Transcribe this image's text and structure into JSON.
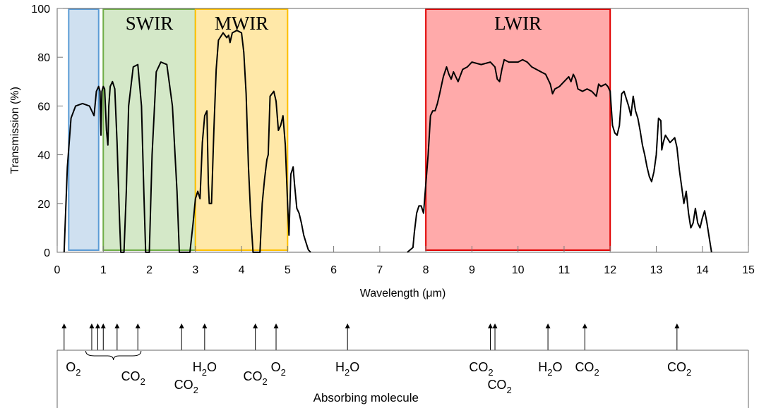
{
  "chart_data": {
    "type": "line",
    "xlabel": "Wavelength (μm)",
    "ylabel": "Transmission (%)",
    "xlim": [
      0,
      15
    ],
    "ylim": [
      0,
      100
    ],
    "x_ticks": [
      "0",
      "1",
      "2",
      "3",
      "4",
      "5",
      "6",
      "7",
      "8",
      "9",
      "10",
      "11",
      "12",
      "13",
      "14",
      "15"
    ],
    "y_ticks": [
      "0",
      "20",
      "40",
      "60",
      "80",
      "100"
    ],
    "grid": false,
    "series": [
      {
        "color": "#000000",
        "points": [
          [
            0.15,
            0
          ],
          [
            0.22,
            35
          ],
          [
            0.3,
            55
          ],
          [
            0.4,
            60
          ],
          [
            0.55,
            61
          ],
          [
            0.7,
            60
          ],
          [
            0.8,
            56
          ],
          [
            0.85,
            66
          ],
          [
            0.9,
            68
          ],
          [
            0.93,
            66
          ],
          [
            0.95,
            48
          ],
          [
            0.97,
            66
          ],
          [
            1.0,
            68
          ],
          [
            1.03,
            67
          ],
          [
            1.07,
            50
          ],
          [
            1.1,
            44
          ],
          [
            1.12,
            60
          ],
          [
            1.15,
            68
          ],
          [
            1.2,
            70
          ],
          [
            1.25,
            67
          ],
          [
            1.3,
            45
          ],
          [
            1.35,
            15
          ],
          [
            1.38,
            0
          ],
          [
            1.45,
            0
          ],
          [
            1.5,
            25
          ],
          [
            1.55,
            60
          ],
          [
            1.65,
            76
          ],
          [
            1.75,
            77
          ],
          [
            1.83,
            60
          ],
          [
            1.88,
            25
          ],
          [
            1.92,
            0
          ],
          [
            2.0,
            0
          ],
          [
            2.06,
            40
          ],
          [
            2.15,
            74
          ],
          [
            2.25,
            78
          ],
          [
            2.38,
            77
          ],
          [
            2.5,
            60
          ],
          [
            2.6,
            25
          ],
          [
            2.65,
            0
          ],
          [
            2.8,
            0
          ],
          [
            2.88,
            0
          ],
          [
            2.95,
            12
          ],
          [
            3.0,
            22
          ],
          [
            3.05,
            25
          ],
          [
            3.1,
            22
          ],
          [
            3.15,
            45
          ],
          [
            3.2,
            56
          ],
          [
            3.25,
            58
          ],
          [
            3.28,
            28
          ],
          [
            3.3,
            20
          ],
          [
            3.35,
            20
          ],
          [
            3.4,
            50
          ],
          [
            3.45,
            75
          ],
          [
            3.5,
            87
          ],
          [
            3.6,
            90
          ],
          [
            3.68,
            88
          ],
          [
            3.72,
            89
          ],
          [
            3.75,
            86
          ],
          [
            3.8,
            90
          ],
          [
            3.9,
            91
          ],
          [
            4.0,
            90
          ],
          [
            4.05,
            82
          ],
          [
            4.1,
            65
          ],
          [
            4.15,
            35
          ],
          [
            4.2,
            15
          ],
          [
            4.25,
            0
          ],
          [
            4.4,
            0
          ],
          [
            4.45,
            20
          ],
          [
            4.5,
            30
          ],
          [
            4.55,
            38
          ],
          [
            4.58,
            40
          ],
          [
            4.62,
            64
          ],
          [
            4.7,
            66
          ],
          [
            4.75,
            62
          ],
          [
            4.8,
            50
          ],
          [
            4.85,
            52
          ],
          [
            4.9,
            56
          ],
          [
            4.95,
            44
          ],
          [
            5.0,
            20
          ],
          [
            5.03,
            7
          ],
          [
            5.07,
            32
          ],
          [
            5.12,
            35
          ],
          [
            5.15,
            28
          ],
          [
            5.2,
            18
          ],
          [
            5.25,
            16
          ],
          [
            5.3,
            12
          ],
          [
            5.35,
            7
          ],
          [
            5.4,
            4
          ],
          [
            5.45,
            1
          ],
          [
            5.5,
            0
          ]
        ]
      },
      {
        "color": "#000000",
        "points": [
          [
            7.6,
            0
          ],
          [
            7.72,
            2
          ],
          [
            7.75,
            8
          ],
          [
            7.8,
            16
          ],
          [
            7.85,
            19
          ],
          [
            7.9,
            19
          ],
          [
            7.95,
            16
          ],
          [
            8.0,
            28
          ],
          [
            8.05,
            40
          ],
          [
            8.1,
            56
          ],
          [
            8.15,
            58
          ],
          [
            8.2,
            58
          ],
          [
            8.25,
            61
          ],
          [
            8.3,
            65
          ],
          [
            8.38,
            72
          ],
          [
            8.45,
            76
          ],
          [
            8.5,
            73
          ],
          [
            8.55,
            71
          ],
          [
            8.6,
            74
          ],
          [
            8.7,
            70
          ],
          [
            8.8,
            75
          ],
          [
            8.9,
            76
          ],
          [
            9.0,
            78
          ],
          [
            9.2,
            77
          ],
          [
            9.4,
            78
          ],
          [
            9.5,
            76
          ],
          [
            9.55,
            71
          ],
          [
            9.6,
            70
          ],
          [
            9.65,
            75
          ],
          [
            9.7,
            79
          ],
          [
            9.8,
            78
          ],
          [
            9.9,
            78
          ],
          [
            10.0,
            78
          ],
          [
            10.1,
            79
          ],
          [
            10.2,
            78
          ],
          [
            10.3,
            76
          ],
          [
            10.4,
            75
          ],
          [
            10.5,
            74
          ],
          [
            10.6,
            73
          ],
          [
            10.7,
            69
          ],
          [
            10.75,
            65
          ],
          [
            10.8,
            67
          ],
          [
            10.9,
            68
          ],
          [
            11.0,
            70
          ],
          [
            11.1,
            72
          ],
          [
            11.15,
            70
          ],
          [
            11.2,
            73
          ],
          [
            11.25,
            71
          ],
          [
            11.3,
            67
          ],
          [
            11.4,
            66
          ],
          [
            11.5,
            67
          ],
          [
            11.6,
            66
          ],
          [
            11.65,
            65
          ],
          [
            11.7,
            64
          ],
          [
            11.75,
            69
          ],
          [
            11.8,
            68
          ],
          [
            11.9,
            69
          ],
          [
            11.95,
            68
          ],
          [
            12.0,
            66
          ],
          [
            12.05,
            52
          ],
          [
            12.1,
            49
          ],
          [
            12.15,
            48
          ],
          [
            12.2,
            52
          ],
          [
            12.25,
            65
          ],
          [
            12.3,
            66
          ],
          [
            12.4,
            60
          ],
          [
            12.45,
            56
          ],
          [
            12.5,
            64
          ],
          [
            12.55,
            58
          ],
          [
            12.6,
            55
          ],
          [
            12.65,
            50
          ],
          [
            12.7,
            44
          ],
          [
            12.75,
            40
          ],
          [
            12.8,
            35
          ],
          [
            12.85,
            31
          ],
          [
            12.9,
            29
          ],
          [
            12.95,
            33
          ],
          [
            13.0,
            40
          ],
          [
            13.05,
            55
          ],
          [
            13.1,
            54
          ],
          [
            13.12,
            42
          ],
          [
            13.15,
            45
          ],
          [
            13.2,
            48
          ],
          [
            13.3,
            45
          ],
          [
            13.4,
            47
          ],
          [
            13.45,
            43
          ],
          [
            13.5,
            34
          ],
          [
            13.55,
            27
          ],
          [
            13.6,
            20
          ],
          [
            13.65,
            25
          ],
          [
            13.7,
            16
          ],
          [
            13.75,
            10
          ],
          [
            13.8,
            12
          ],
          [
            13.85,
            18
          ],
          [
            13.9,
            12
          ],
          [
            13.95,
            10
          ],
          [
            14.0,
            14
          ],
          [
            14.05,
            17
          ],
          [
            14.1,
            12
          ],
          [
            14.15,
            6
          ],
          [
            14.2,
            0
          ]
        ]
      }
    ],
    "bands": [
      {
        "label": "",
        "x0": 0.25,
        "x1": 0.9,
        "fill": "#cfe0f0",
        "stroke": "#5b9bd5"
      },
      {
        "label": "SWIR",
        "x0": 1.0,
        "x1": 3.0,
        "fill": "#d4e8c8",
        "stroke": "#70ad47"
      },
      {
        "label": "MWIR",
        "x0": 3.0,
        "x1": 5.0,
        "fill": "#ffe8a8",
        "stroke": "#ffc000"
      },
      {
        "label": "LWIR",
        "x0": 8.0,
        "x1": 12.0,
        "fill": "#ffaaaa",
        "stroke": "#e00000"
      }
    ],
    "absorbing_molecule_label": "Absorbing molecule",
    "absorption_arrows": [
      0.15,
      0.75,
      0.88,
      1.0,
      1.3,
      1.75,
      2.7,
      3.2,
      4.3,
      4.75,
      6.3,
      9.4,
      9.5,
      10.65,
      11.45,
      13.45
    ],
    "molecule_labels": [
      {
        "x": 0.35,
        "row": 1,
        "base": "O",
        "sub": "2"
      },
      {
        "x": 1.65,
        "row": 2,
        "base": "CO",
        "sub": "2"
      },
      {
        "x": 3.2,
        "row": 1,
        "base": "H",
        "sub": "2",
        "tail": "O"
      },
      {
        "x": 2.8,
        "row": 3,
        "base": "CO",
        "sub": "2"
      },
      {
        "x": 4.3,
        "row": 2,
        "base": "CO",
        "sub": "2"
      },
      {
        "x": 4.8,
        "row": 1,
        "base": "O",
        "sub": "2"
      },
      {
        "x": 6.3,
        "row": 1,
        "base": "H",
        "sub": "2",
        "tail": "O"
      },
      {
        "x": 9.2,
        "row": 1,
        "base": "CO",
        "sub": "2"
      },
      {
        "x": 9.6,
        "row": 3,
        "base": "CO",
        "sub": "2"
      },
      {
        "x": 10.7,
        "row": 1,
        "base": "H",
        "sub": "2",
        "tail": "O"
      },
      {
        "x": 11.5,
        "row": 1,
        "base": "CO",
        "sub": "2"
      },
      {
        "x": 13.5,
        "row": 1,
        "base": "CO",
        "sub": "2"
      }
    ]
  }
}
